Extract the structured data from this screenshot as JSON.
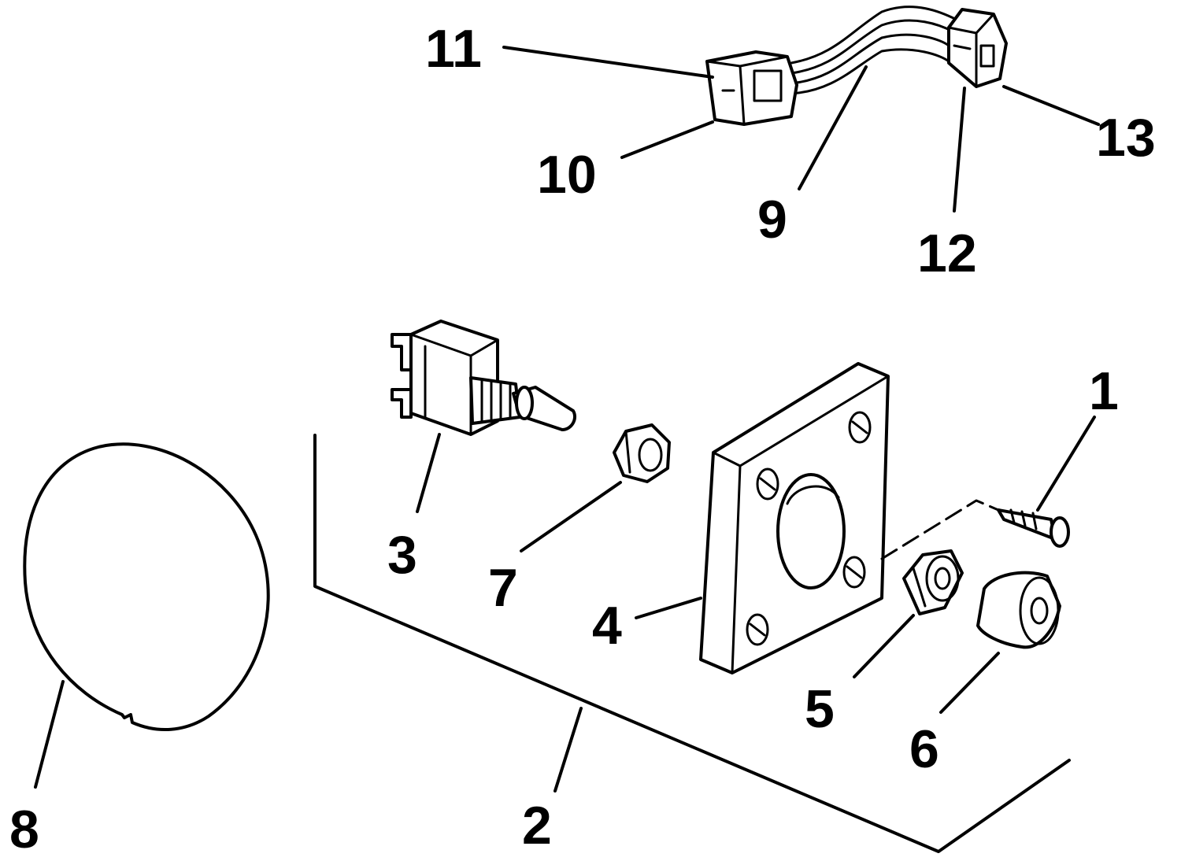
{
  "callouts": {
    "c1": "1",
    "c2": "2",
    "c3": "3",
    "c4": "4",
    "c5": "5",
    "c6": "6",
    "c7": "7",
    "c8": "8",
    "c9": "9",
    "c10": "10",
    "c11": "11",
    "c12": "12",
    "c13": "13"
  },
  "parts": [
    {
      "id": "1",
      "icon": "screw-icon"
    },
    {
      "id": "2",
      "icon": "panel-bracket-outline"
    },
    {
      "id": "3",
      "icon": "toggle-switch-icon"
    },
    {
      "id": "4",
      "icon": "mounting-plate-icon"
    },
    {
      "id": "5",
      "icon": "bushing-nut-icon"
    },
    {
      "id": "6",
      "icon": "knob-cap-icon"
    },
    {
      "id": "7",
      "icon": "hex-nut-icon"
    },
    {
      "id": "8",
      "icon": "gasket-disc-icon"
    },
    {
      "id": "9",
      "icon": "wire-harness-icon"
    },
    {
      "id": "10",
      "icon": "connector-housing-icon"
    },
    {
      "id": "11",
      "icon": "connector-terminal-icon"
    },
    {
      "id": "12",
      "icon": "connector-housing-icon"
    },
    {
      "id": "13",
      "icon": "connector-terminal-icon"
    }
  ]
}
